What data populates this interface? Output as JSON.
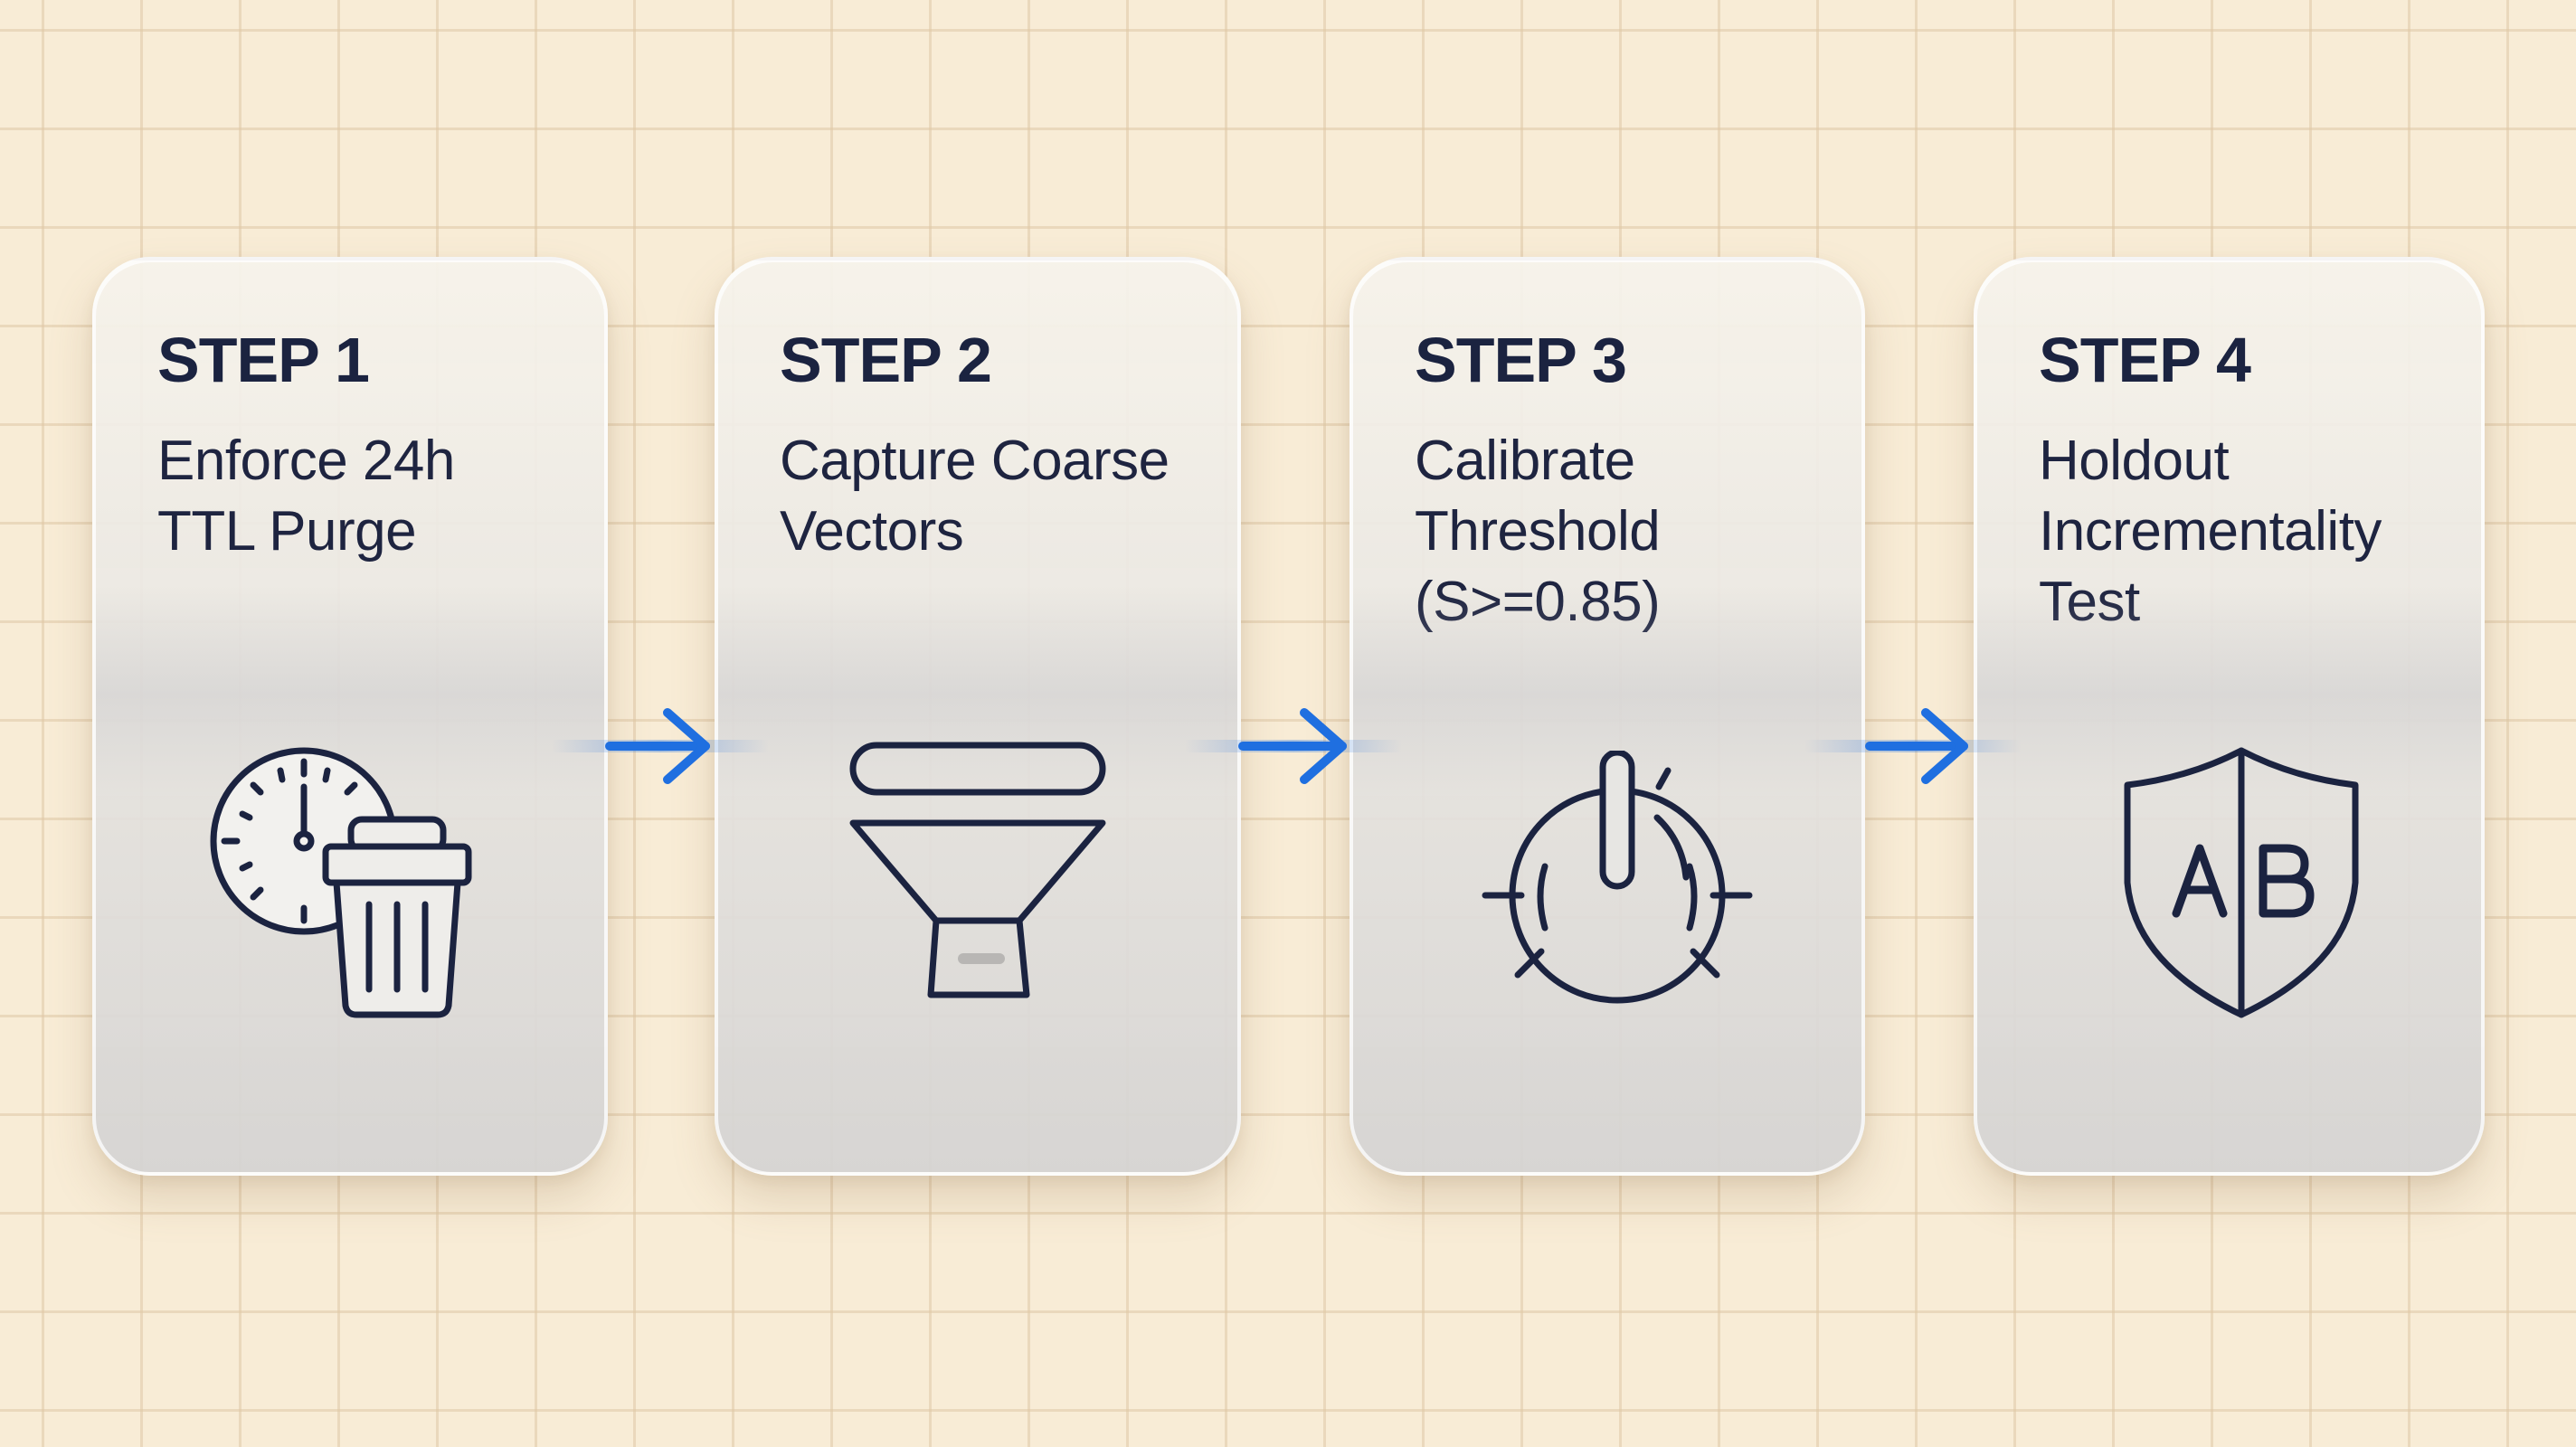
{
  "steps": [
    {
      "title": "STEP 1",
      "description": "Enforce 24h\nTTL Purge",
      "icon": "clock-trash-icon"
    },
    {
      "title": "STEP 2",
      "description": "Capture Coarse\nVectors",
      "icon": "funnel-icon"
    },
    {
      "title": "STEP 3",
      "description": "Calibrate\nThreshold\n(S>=0.85)",
      "icon": "dial-gauge-icon"
    },
    {
      "title": "STEP 4",
      "description": "Holdout\nIncrementality\nTest",
      "icon": "ab-shield-icon"
    }
  ],
  "colors": {
    "background": "#f8ecd6",
    "grid": "#dec8a5",
    "text": "#1b2340",
    "icon_stroke": "#1b2340",
    "arrow": "#1f6fe0"
  }
}
